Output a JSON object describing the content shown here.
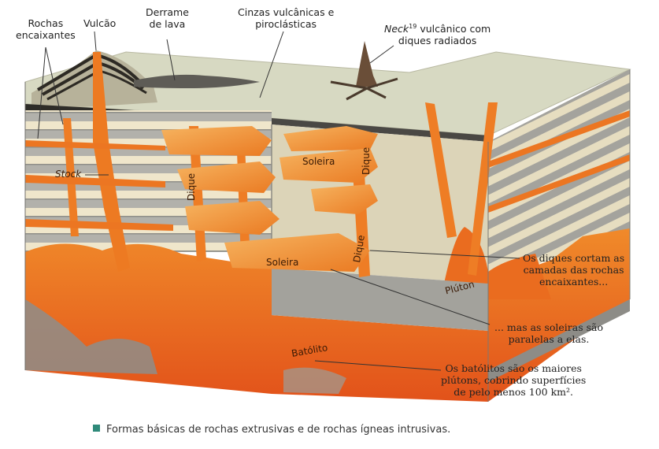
{
  "labels": {
    "rochas_1": "Rochas",
    "rochas_2": "encaixantes",
    "vulcao": "Vulcão",
    "derrame_1": "Derrame",
    "derrame_2": "de lava",
    "cinzas_1": "Cinzas vulcânicas e",
    "cinzas_2": "piroclásticas",
    "neck_word": "Neck",
    "neck_sup": "19",
    "neck_rest": " vulcânico com",
    "neck_2": "diques radiados",
    "stock": "Stock",
    "soleira_top": "Soleira",
    "soleira_mid": "Soleira",
    "dique_a": "Dique",
    "dique_b": "Dique",
    "dique_c": "Dique",
    "pluton": "Plúton",
    "batolito": "Batólito",
    "diques_note_1": "Os diques cortam as",
    "diques_note_2": "camadas das rochas",
    "diques_note_3": "encaixantes...",
    "soleiras_note_1": "... mas as soleiras são",
    "soleiras_note_2": "paralelas a elas.",
    "batolitos_note_1": "Os batólitos são os maiores",
    "batolitos_note_2": "plútons, cobrindo superfícies",
    "batolitos_note_3": "de pelo menos 100 km²."
  },
  "caption": "Formas básicas de rochas extrusivas e de rochas ígneas intrusivas.",
  "colors": {
    "magma": "#e8641a",
    "magma_light": "#f3a64a",
    "strata_light": "#efe7cf",
    "strata_gray": "#a9a9a6",
    "ground": "#d9dcc4",
    "caption_bullet": "#2f8a7a"
  }
}
